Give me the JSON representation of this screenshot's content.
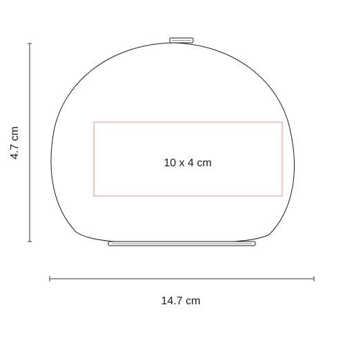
{
  "dimensions": {
    "height_label": "4.7 cm",
    "width_label": "14.7 cm"
  },
  "print_area": {
    "label": "10 x 4 cm",
    "border_color": "#e08a8a"
  },
  "colors": {
    "outline": "#1a1a1a",
    "dimension_line": "#333333"
  }
}
